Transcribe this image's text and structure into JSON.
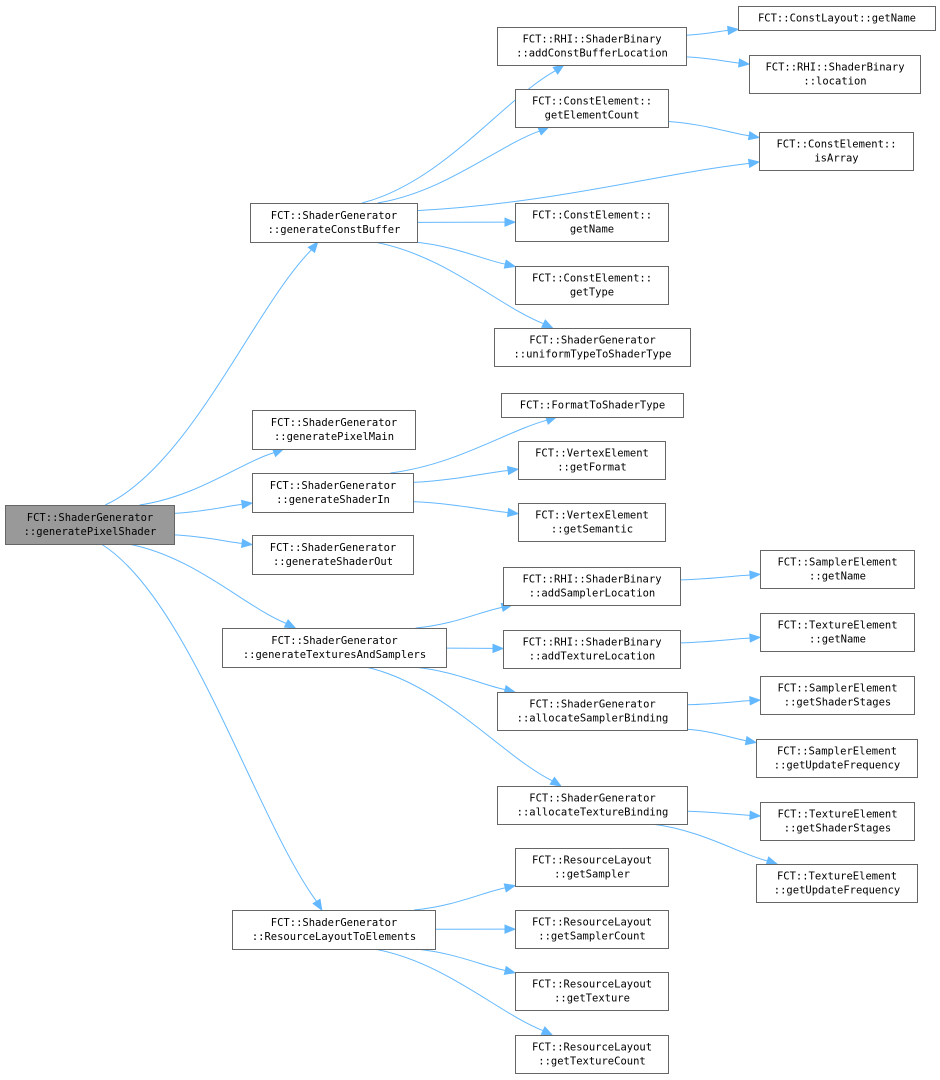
{
  "graph": {
    "nodes": [
      {
        "id": "root",
        "lines": [
          "FCT::ShaderGenerator",
          "::generatePixelShader"
        ],
        "root": true
      },
      {
        "id": "gcb",
        "lines": [
          "FCT::ShaderGenerator",
          "::generateConstBuffer"
        ]
      },
      {
        "id": "gpm",
        "lines": [
          "FCT::ShaderGenerator",
          "::generatePixelMain"
        ]
      },
      {
        "id": "gsi",
        "lines": [
          "FCT::ShaderGenerator",
          "::generateShaderIn"
        ]
      },
      {
        "id": "gso",
        "lines": [
          "FCT::ShaderGenerator",
          "::generateShaderOut"
        ]
      },
      {
        "id": "gts",
        "lines": [
          "FCT::ShaderGenerator",
          "::generateTexturesAndSamplers"
        ]
      },
      {
        "id": "rle",
        "lines": [
          "FCT::ShaderGenerator",
          "::ResourceLayoutToElements"
        ]
      },
      {
        "id": "acbl",
        "lines": [
          "FCT::RHI::ShaderBinary",
          "::addConstBufferLocation"
        ]
      },
      {
        "id": "clgn",
        "lines": [
          "FCT::ConstLayout::getName"
        ]
      },
      {
        "id": "sbloc",
        "lines": [
          "FCT::RHI::ShaderBinary",
          "::location"
        ]
      },
      {
        "id": "cegec",
        "lines": [
          "FCT::ConstElement::",
          "getElementCount"
        ]
      },
      {
        "id": "ceia",
        "lines": [
          "FCT::ConstElement::",
          "isArray"
        ]
      },
      {
        "id": "cegn",
        "lines": [
          "FCT::ConstElement::",
          "getName"
        ]
      },
      {
        "id": "cegt",
        "lines": [
          "FCT::ConstElement::",
          "getType"
        ]
      },
      {
        "id": "uttst",
        "lines": [
          "FCT::ShaderGenerator",
          "::uniformTypeToShaderType"
        ]
      },
      {
        "id": "ftst",
        "lines": [
          "FCT::FormatToShaderType"
        ]
      },
      {
        "id": "vegf",
        "lines": [
          "FCT::VertexElement",
          "::getFormat"
        ]
      },
      {
        "id": "vegs",
        "lines": [
          "FCT::VertexElement",
          "::getSemantic"
        ]
      },
      {
        "id": "asl",
        "lines": [
          "FCT::RHI::ShaderBinary",
          "::addSamplerLocation"
        ]
      },
      {
        "id": "atl",
        "lines": [
          "FCT::RHI::ShaderBinary",
          "::addTextureLocation"
        ]
      },
      {
        "id": "asb",
        "lines": [
          "FCT::ShaderGenerator",
          "::allocateSamplerBinding"
        ]
      },
      {
        "id": "atb",
        "lines": [
          "FCT::ShaderGenerator",
          "::allocateTextureBinding"
        ]
      },
      {
        "id": "segn",
        "lines": [
          "FCT::SamplerElement",
          "::getName"
        ]
      },
      {
        "id": "tegn",
        "lines": [
          "FCT::TextureElement",
          "::getName"
        ]
      },
      {
        "id": "segss",
        "lines": [
          "FCT::SamplerElement",
          "::getShaderStages"
        ]
      },
      {
        "id": "seguf",
        "lines": [
          "FCT::SamplerElement",
          "::getUpdateFrequency"
        ]
      },
      {
        "id": "tegss",
        "lines": [
          "FCT::TextureElement",
          "::getShaderStages"
        ]
      },
      {
        "id": "teguf",
        "lines": [
          "FCT::TextureElement",
          "::getUpdateFrequency"
        ]
      },
      {
        "id": "rlgs",
        "lines": [
          "FCT::ResourceLayout",
          "::getSampler"
        ]
      },
      {
        "id": "rlgsc",
        "lines": [
          "FCT::ResourceLayout",
          "::getSamplerCount"
        ]
      },
      {
        "id": "rlgt",
        "lines": [
          "FCT::ResourceLayout",
          "::getTexture"
        ]
      },
      {
        "id": "rlgtc",
        "lines": [
          "FCT::ResourceLayout",
          "::getTextureCount"
        ]
      }
    ],
    "edges": [
      [
        "root",
        "gcb"
      ],
      [
        "root",
        "gpm"
      ],
      [
        "root",
        "gsi"
      ],
      [
        "root",
        "gso"
      ],
      [
        "root",
        "gts"
      ],
      [
        "root",
        "rle"
      ],
      [
        "gcb",
        "acbl"
      ],
      [
        "gcb",
        "cegec"
      ],
      [
        "gcb",
        "ceia"
      ],
      [
        "gcb",
        "cegn"
      ],
      [
        "gcb",
        "cegt"
      ],
      [
        "gcb",
        "uttst"
      ],
      [
        "acbl",
        "clgn"
      ],
      [
        "acbl",
        "sbloc"
      ],
      [
        "cegec",
        "ceia"
      ],
      [
        "gsi",
        "ftst"
      ],
      [
        "gsi",
        "vegf"
      ],
      [
        "gsi",
        "vegs"
      ],
      [
        "gts",
        "asl"
      ],
      [
        "gts",
        "atl"
      ],
      [
        "gts",
        "asb"
      ],
      [
        "gts",
        "atb"
      ],
      [
        "asl",
        "segn"
      ],
      [
        "atl",
        "tegn"
      ],
      [
        "asb",
        "segss"
      ],
      [
        "asb",
        "seguf"
      ],
      [
        "atb",
        "tegss"
      ],
      [
        "atb",
        "teguf"
      ],
      [
        "rle",
        "rlgs"
      ],
      [
        "rle",
        "rlgsc"
      ],
      [
        "rle",
        "rlgt"
      ],
      [
        "rle",
        "rlgtc"
      ]
    ]
  }
}
